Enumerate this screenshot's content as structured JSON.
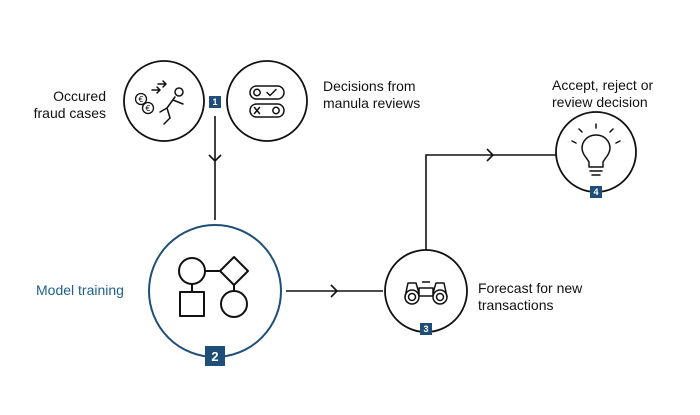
{
  "labels": {
    "fraud_cases": [
      "Occured",
      "fraud cases"
    ],
    "manual_reviews": [
      "Decisions from",
      "manula reviews"
    ],
    "decision": [
      "Accept, reject or",
      "review decision"
    ],
    "model_training": "Model training",
    "forecast": [
      "Forecast for new",
      "transactions"
    ]
  },
  "badges": {
    "b1": "1",
    "b2": "2",
    "b3": "3",
    "b4": "4"
  },
  "colors": {
    "accent_blue": "#1f4e79",
    "label_blue": "#1f5f8b",
    "line": "#111111"
  },
  "icons": {
    "fraud": "running-thief-with-euro-coins-icon",
    "reviews": "check-cross-toggles-icon",
    "decision": "lightbulb-icon",
    "model": "flowchart-shapes-icon",
    "forecast": "binoculars-icon"
  }
}
